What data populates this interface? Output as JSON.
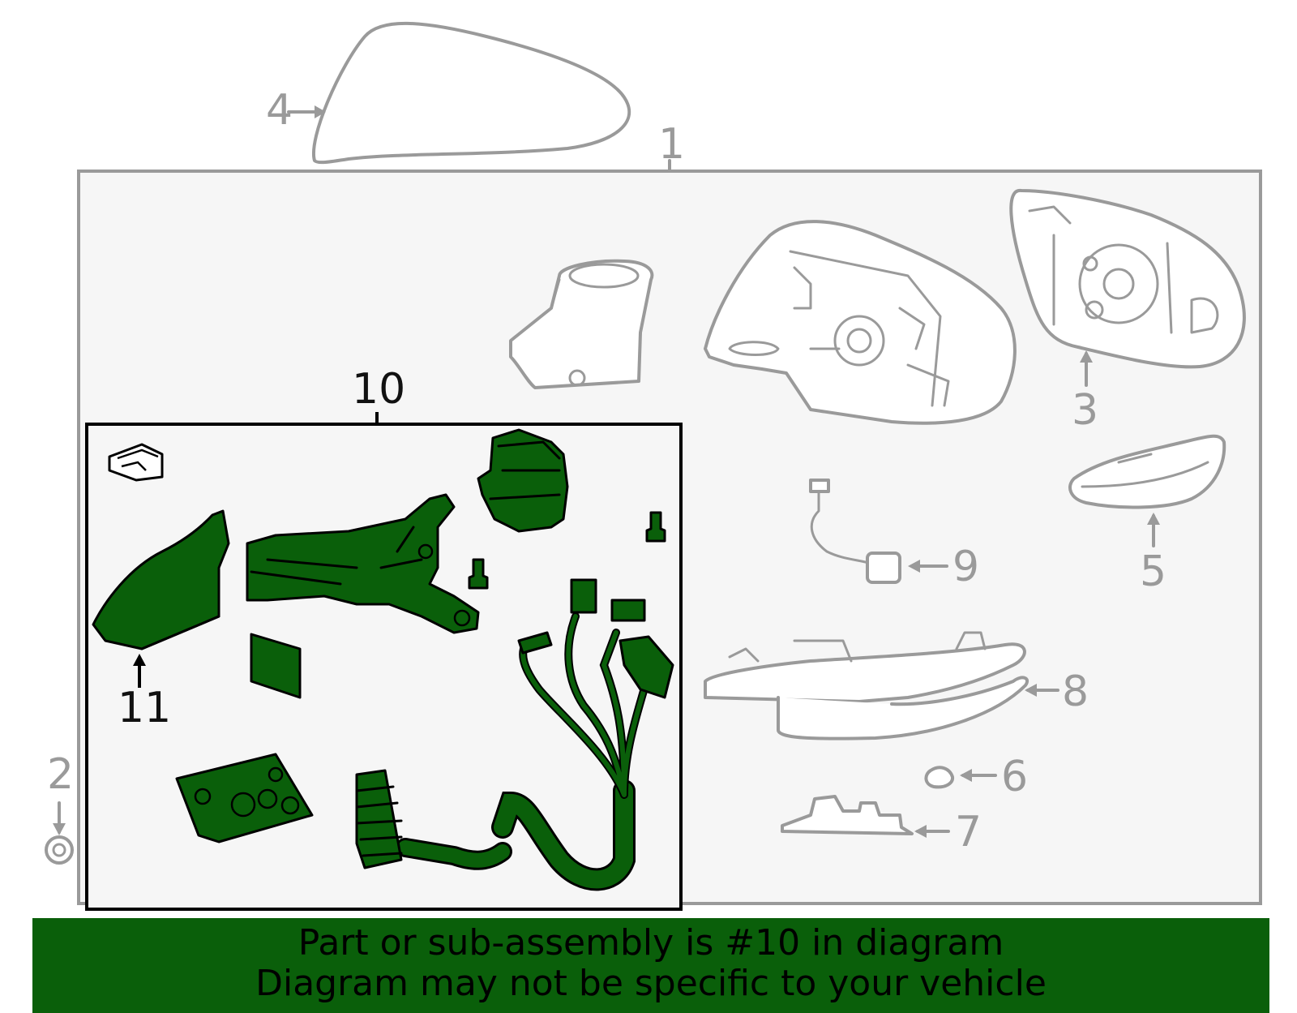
{
  "callouts": {
    "c1": "1",
    "c2": "2",
    "c3": "3",
    "c4": "4",
    "c5": "5",
    "c6": "6",
    "c7": "7",
    "c8": "8",
    "c9": "9",
    "c10": "10",
    "c11": "11"
  },
  "highlight_part": "10",
  "colors": {
    "highlight": "#0a5f0a",
    "outline_gray": "#9a9a9a",
    "frame_fill": "#f6f6f6"
  },
  "banner": {
    "line1": "Part or sub-assembly is #10 in diagram",
    "line2": "Diagram may not be specific to your vehicle"
  }
}
